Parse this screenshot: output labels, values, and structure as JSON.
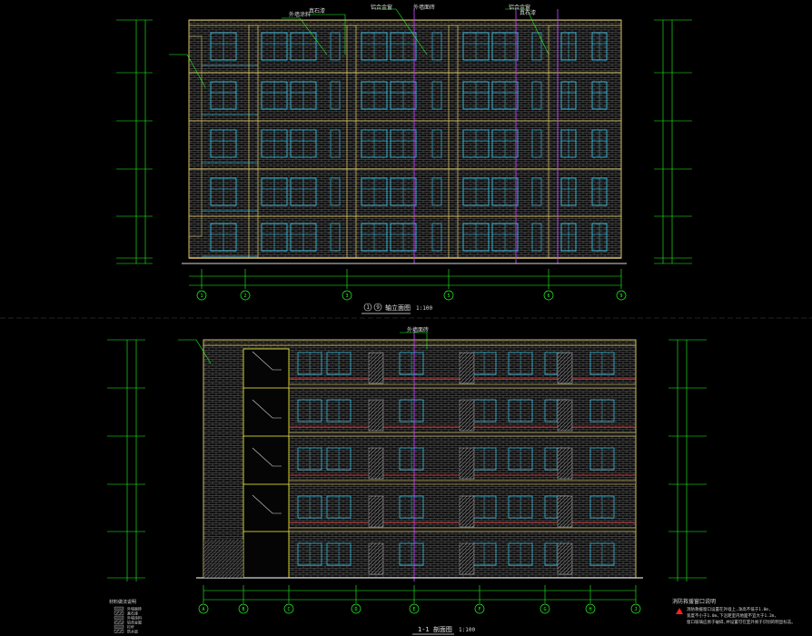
{
  "colors": {
    "background": "#000000",
    "dimension": "#22ff22",
    "wall_outline": "#d8c060",
    "brick": "#7a7a7a",
    "window": "#3ad6ff",
    "axis": "#c040ff",
    "leader": "#22ff22",
    "balcony": "#ff4040",
    "white_text": "#d8d8d8"
  },
  "elevation": {
    "title_circle_a": "1",
    "title_circle_b": "9",
    "title": "轴立面图",
    "scale": "1:100",
    "axis_labels": [
      "1",
      "2",
      "3",
      "5",
      "6",
      "9"
    ]
  },
  "section": {
    "title": "1-1 剖面图",
    "scale": "1:100",
    "axis_labels": [
      "A",
      "B",
      "C",
      "D",
      "E",
      "F",
      "G",
      "H",
      "J"
    ]
  },
  "notes": {
    "heading": "消防救援窗口说明",
    "lines": [
      "消防救援窗口设置在外墙上,净高不低于1.0m,",
      "宽度不小于1.0m,下沿距室内地面不宜大于1.2m,",
      "窗口玻璃应易于破碎,并设置可在室外易于识别的明显标志。"
    ]
  },
  "legend": {
    "heading": "材料做法说明",
    "items": [
      "外墙面砖",
      "真石漆",
      "外墙涂料",
      "铝合金窗",
      "栏杆",
      "防水层"
    ]
  }
}
